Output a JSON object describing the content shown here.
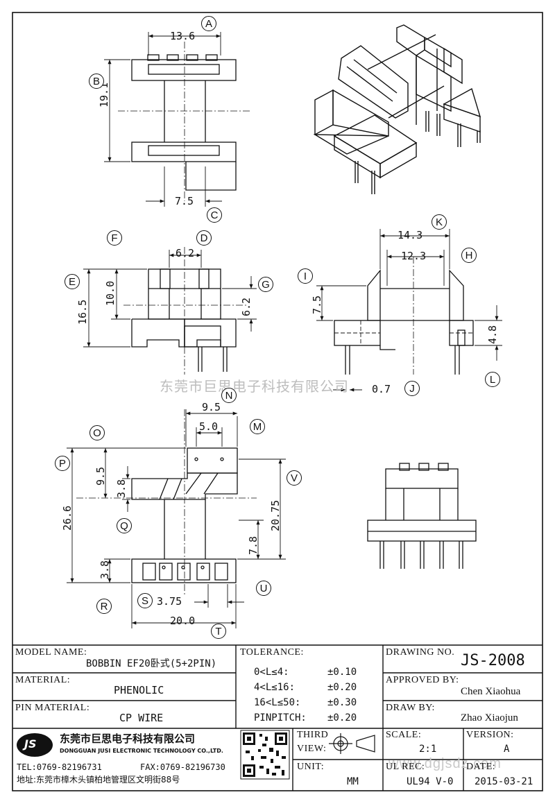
{
  "watermark": {
    "company_cn": "东莞市巨思电子科技有限公司",
    "url": "www.dgjsdz.com"
  },
  "callouts": [
    "A",
    "B",
    "C",
    "D",
    "E",
    "F",
    "G",
    "H",
    "I",
    "J",
    "K",
    "L",
    "M",
    "N",
    "O",
    "P",
    "Q",
    "R",
    "S",
    "T",
    "U",
    "V"
  ],
  "dims": {
    "A": "13.6",
    "B": "19.1",
    "C": "7.5",
    "D": "6.2",
    "E": "16.5",
    "F": "10.0",
    "G": "6.2",
    "H": "12.3",
    "I": "7.5",
    "J": "0.7",
    "K": "14.3",
    "L": "4.8",
    "M": "5.0",
    "N": "9.5",
    "O": "9.5",
    "P": "26.6",
    "Q": "3.8",
    "R": "3.8",
    "S": "3.75",
    "T": "20.0",
    "U": "7.8",
    "V": "20.75"
  },
  "title_block": {
    "model_name_label": "MODEL NAME:",
    "model_name": "BOBBIN EF20卧式(5+2PIN)",
    "material_label": "MATERIAL:",
    "material": "PHENOLIC",
    "pin_material_label": "PIN MATERIAL:",
    "pin_material": "CP WIRE",
    "tolerance_label": "TOLERANCE:",
    "tolerances": [
      {
        "range": "0<L≤4:",
        "value": "±0.10"
      },
      {
        "range": "4<L≤16:",
        "value": "±0.20"
      },
      {
        "range": "16<L≤50:",
        "value": "±0.30"
      },
      {
        "range": "PINPITCH:",
        "value": "±0.20"
      }
    ],
    "drawing_no_label": "DRAWING NO.",
    "drawing_no": "JS-2008",
    "approved_by_label": "APPROVED BY:",
    "approved_by": "Chen Xiaohua",
    "draw_by_label": "DRAW BY:",
    "draw_by": "Zhao Xiaojun",
    "third_view_label_1": "THIRD",
    "third_view_label_2": "VIEW:",
    "unit_label": "UNIT:",
    "unit": "MM",
    "scale_label": "SCALE:",
    "scale": "2:1",
    "version_label": "VERSION:",
    "version": "A",
    "ul_rec_label": "UL REC:",
    "ul_rec": "UL94 V-0",
    "date_label": "DATE:",
    "date": "2015-03-21",
    "company_logo": "JS",
    "company_cn": "东莞市巨思电子科技有限公司",
    "company_en": "DONGGUAN JUSI ELECTRONIC TECHNOLOGY CO.,LTD.",
    "tel": "TEL:0769-82196731",
    "fax": "FAX:0769-82196730",
    "address": "地址:东莞市樟木头镇柏地管理区文明街88号"
  }
}
